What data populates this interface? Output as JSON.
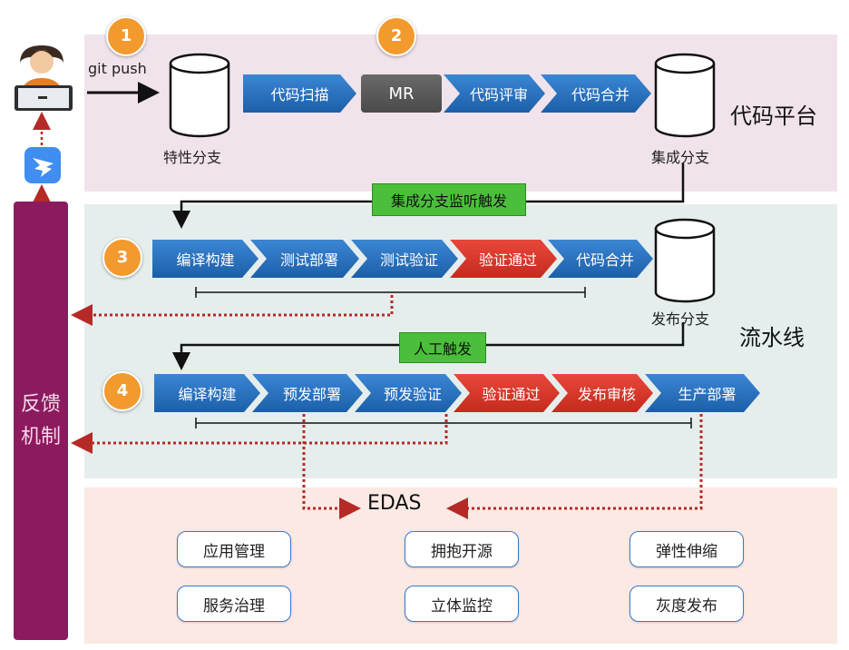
{
  "badges": [
    "1",
    "2",
    "3",
    "4"
  ],
  "git_push": "git push",
  "code_platform": {
    "title": "代码平台",
    "feature_branch": "特性分支",
    "integration_branch": "集成分支",
    "steps": [
      "代码扫描",
      "MR",
      "代码评审",
      "代码合并"
    ]
  },
  "pipeline": {
    "title": "流水线",
    "release_branch": "发布分支",
    "trigger_1": "集成分支监听触发",
    "trigger_2": "人工触发",
    "row1": [
      "编译构建",
      "测试部署",
      "测试验证",
      "验证通过",
      "代码合并"
    ],
    "row2": [
      "编译构建",
      "预发部署",
      "预发验证",
      "验证通过",
      "发布审核",
      "生产部署"
    ]
  },
  "feedback": {
    "line1": "反馈",
    "line2": "机制"
  },
  "edas": {
    "title": "EDAS",
    "features": [
      "应用管理",
      "拥抱开源",
      "弹性伸缩",
      "服务治理",
      "立体监控",
      "灰度发布"
    ]
  },
  "colors": {
    "blue": "#2a6fbe",
    "red": "#d9362a",
    "green": "#4bbf3b",
    "orange": "#f29a2e",
    "feedback": "#8b1a5f"
  },
  "icons": [
    "developer-icon",
    "dingtalk-icon",
    "database-icon"
  ]
}
